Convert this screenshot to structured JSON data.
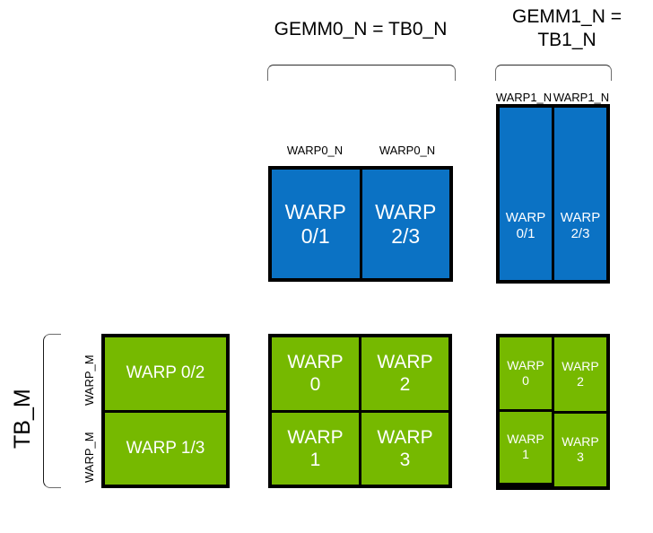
{
  "diagram": {
    "title_gemm0": "GEMM0_N = TB0_N",
    "title_gemm1": "GEMM1_N =\nTB1_N",
    "labels": {
      "tb_m": "TB_M",
      "warp_m_top": "WARP_M",
      "warp_m_bottom": "WARP_M",
      "warp0_n_a": "WARP0_N",
      "warp0_n_b": "WARP0_N",
      "warp1_n_a": "WARP1_N",
      "warp1_n_b": "WARP1_N"
    },
    "colors": {
      "blue": "#0b72c4",
      "green": "#76b900",
      "border": "#000000",
      "text_on_block": "#ffffff",
      "background": "#ffffff"
    },
    "blocks": {
      "blue_gemm0": {
        "cells": [
          "WARP\n0/1",
          "WARP\n2/3"
        ]
      },
      "blue_gemm1": {
        "cells": [
          "WARP\n0/1",
          "WARP\n2/3"
        ]
      },
      "green_left": {
        "cells": [
          "WARP 0/2",
          "WARP 1/3"
        ]
      },
      "green_middle": {
        "col_left": [
          "WARP\n0",
          "WARP\n1"
        ],
        "col_right": [
          "WARP\n2",
          "WARP\n3"
        ]
      },
      "green_right": {
        "col_left": [
          "WARP\n0",
          "WARP\n1"
        ],
        "col_right": [
          "WARP\n2",
          "WARP\n3"
        ]
      }
    }
  }
}
